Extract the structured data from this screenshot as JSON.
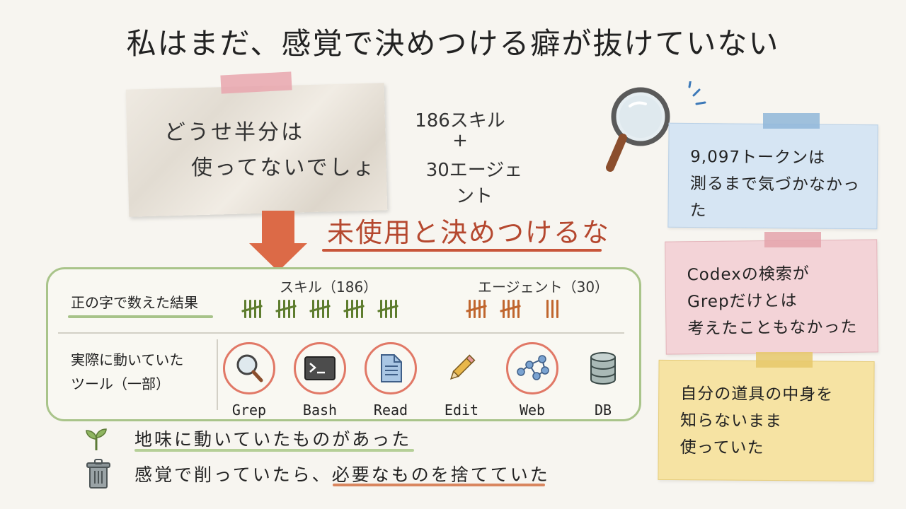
{
  "title": "私はまだ、感覚で決めつける癖が抜けていない",
  "note_paper": {
    "line1": "どうせ半分は",
    "line2": "使ってないでしょ"
  },
  "counts": {
    "skills": "186スキル",
    "plus": "+",
    "agents": "30エージェント"
  },
  "headline": "未使用と決めつけるな",
  "tally_section": {
    "label": "正の字で数えた結果",
    "skills_label": "スキル（186）",
    "agents_label": "エージェント（30）",
    "skills_color": "#5e7d2e",
    "agents_color": "#c0662e"
  },
  "tools_section": {
    "label_line1": "実際に動いていた",
    "label_line2": "ツール（一部）",
    "tools": [
      {
        "name": "Grep",
        "icon": "magnifier-icon",
        "highlighted": true
      },
      {
        "name": "Bash",
        "icon": "terminal-icon",
        "highlighted": true
      },
      {
        "name": "Read",
        "icon": "document-icon",
        "highlighted": true
      },
      {
        "name": "Edit",
        "icon": "pencil-icon",
        "highlighted": false
      },
      {
        "name": "Web",
        "icon": "network-icon",
        "highlighted": true
      },
      {
        "name": "DB",
        "icon": "database-icon",
        "highlighted": false
      }
    ]
  },
  "bottom": {
    "line1": "地味に動いていたものがあった",
    "line2": "感覚で削っていたら、必要なものを捨てていた"
  },
  "notes": {
    "blue": {
      "line1": "9,097トークンは",
      "line2": "測るまで気づかなかった"
    },
    "pink": {
      "line1": "Codexの検索が",
      "line2": "Grepだけとは",
      "line3": "考えたこともなかった"
    },
    "yellow": {
      "line1": "自分の道具の中身を",
      "line2": "知らないまま",
      "line3": "使っていた"
    }
  },
  "colors": {
    "accent_orange": "#dc6a47",
    "headline_red": "#b5482f",
    "box_green": "#a9c48a",
    "tool_ring": "#e17866"
  }
}
